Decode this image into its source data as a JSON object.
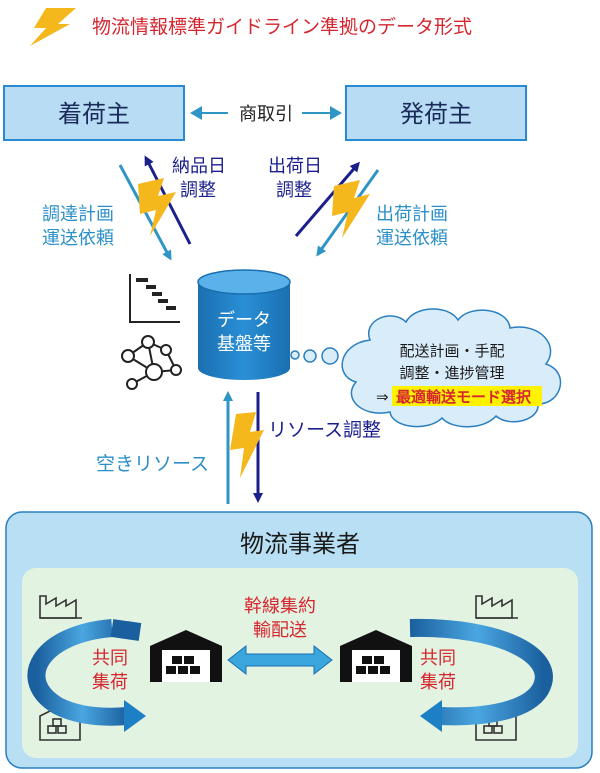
{
  "title": "物流情報標準ガイドライン準拠のデータ形式",
  "colors": {
    "title_red": "#d6262f",
    "box_fill": "#b7dcf3",
    "box_border": "#2a8ad1",
    "arrow_teal": "#2f95c4",
    "arrow_navy": "#1b1f8c",
    "lightning": "#f5b81c",
    "text_teal": "#2b8fc8",
    "text_navy": "#1b1f8c",
    "db_fill": "#1e7fc4",
    "cloud_fill": "#d9ecf9",
    "cloud_border": "#2a7fc0",
    "highlight_yellow": "#fff200",
    "highlight_text": "#d6262f",
    "logistics_outer": "#b8dff3",
    "logistics_inner": "#e3f3e2",
    "loop_arrow": "#1d7fc4"
  },
  "boxes": {
    "consignee": "着荷主",
    "shipper": "発荷主"
  },
  "labels": {
    "trade": "商取引",
    "delivery_adjust_1": "納品日",
    "delivery_adjust_2": "調整",
    "shipping_adjust_1": "出荷日",
    "shipping_adjust_2": "調整",
    "procurement_1": "調達計画",
    "procurement_2": "運送依頼",
    "shipping_plan_1": "出荷計画",
    "shipping_plan_2": "運送依頼",
    "database_1": "データ",
    "database_2": "基盤等",
    "resource_adjust": "リソース調整",
    "free_resource": "空きリソース"
  },
  "cloud": {
    "line1": "配送計画・手配",
    "line2": "調整・進捗管理",
    "line3_prefix": "⇒",
    "line3_highlight": "最適輸送モード選択"
  },
  "logistics": {
    "title": "物流事業者",
    "trunk_1": "幹線集約",
    "trunk_2": "輸配送",
    "joint_left_1": "共同",
    "joint_left_2": "集荷",
    "joint_right_1": "共同",
    "joint_right_2": "集荷"
  },
  "icons": {
    "title_lightning": "lightning-icon",
    "gantt": "gantt-chart-icon",
    "network": "network-icon",
    "database": "database-icon",
    "factory": "factory-icon",
    "warehouse": "warehouse-icon"
  }
}
